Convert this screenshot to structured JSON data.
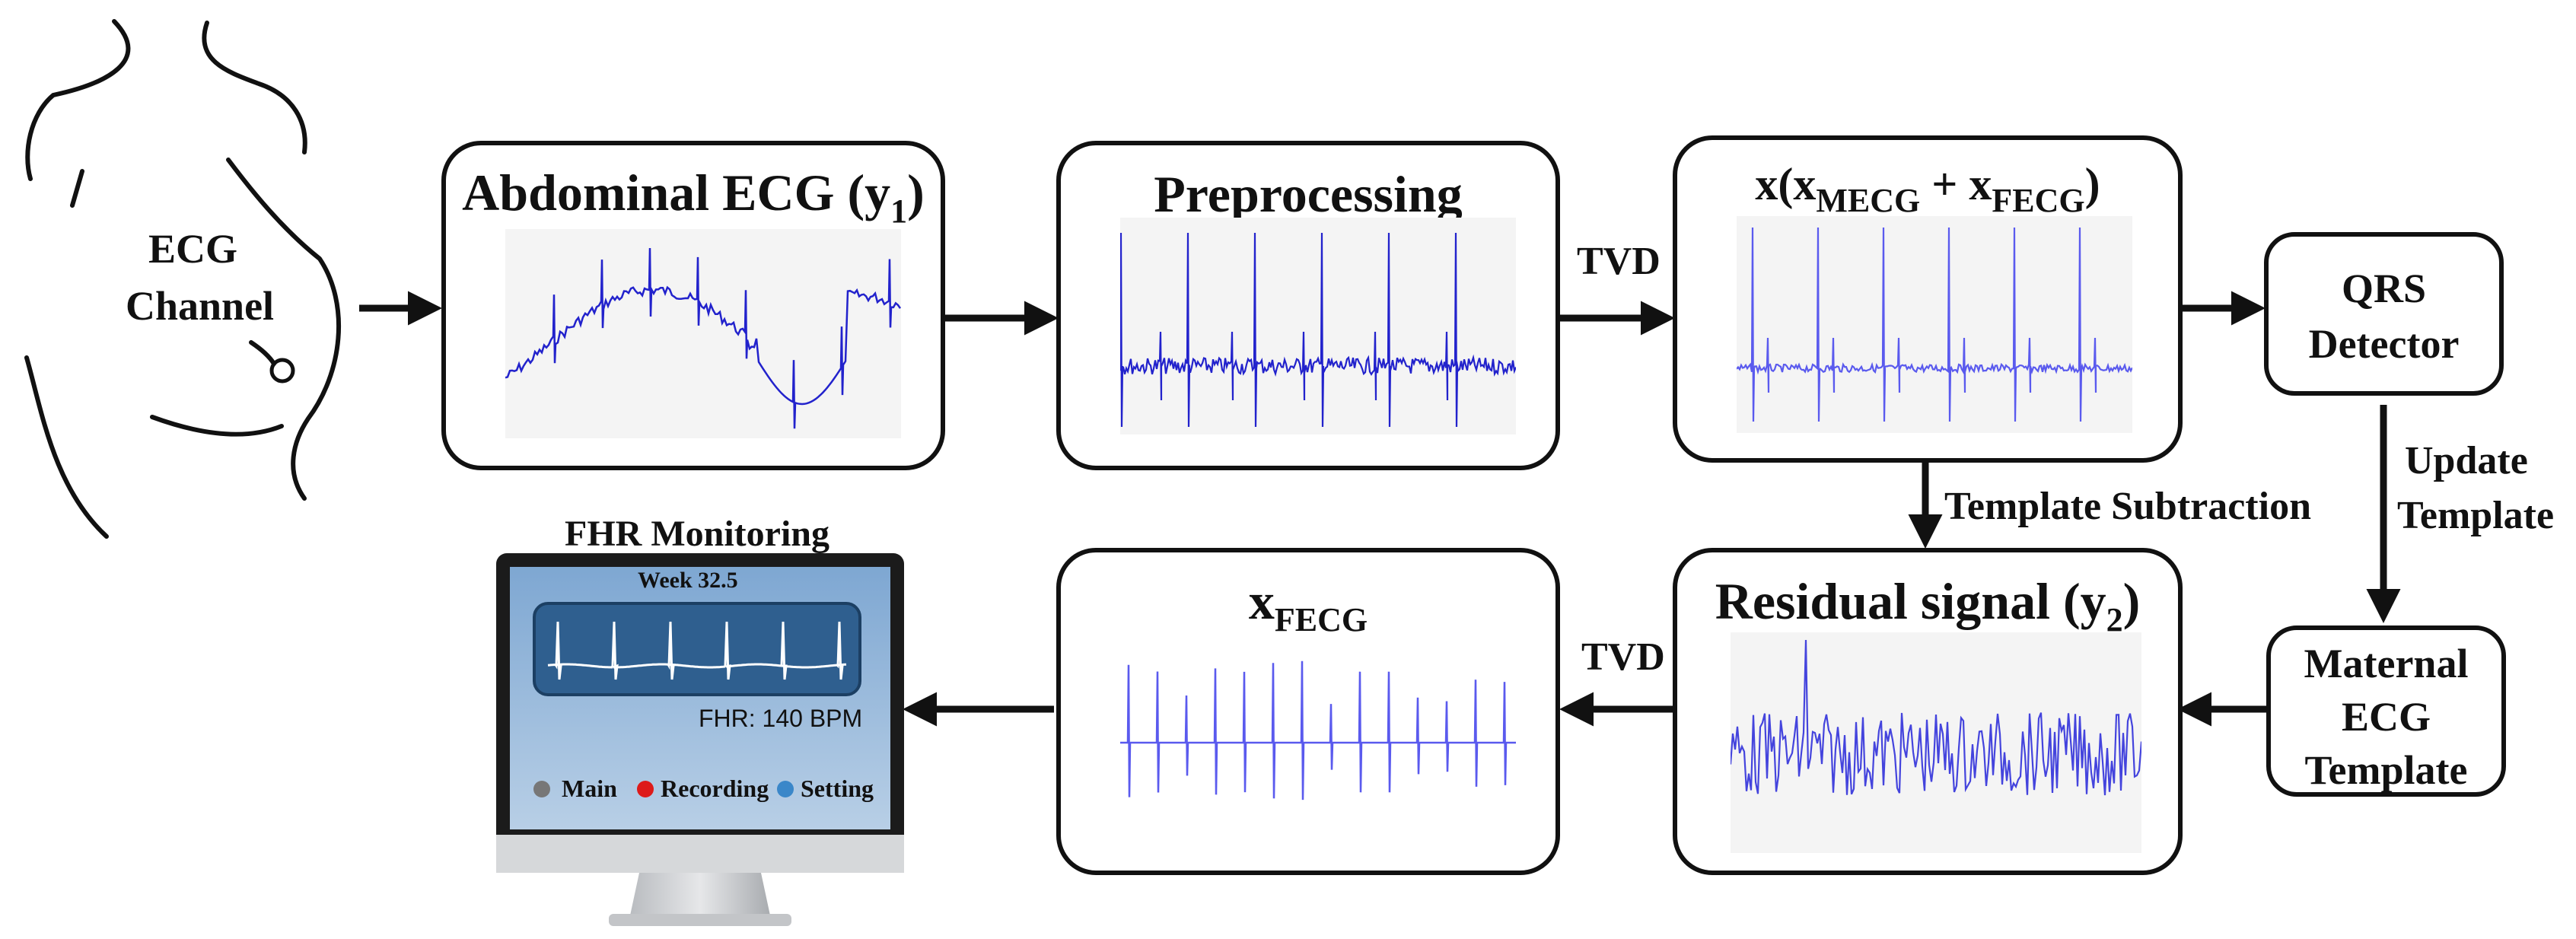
{
  "body_figure": {
    "channel_label_line1": "ECG",
    "channel_label_line2": "Channel"
  },
  "abdominal_box": {
    "title": "Abdominal ECG (y",
    "sub": "1",
    "close": ")"
  },
  "preprocessing_box": {
    "title": "Preprocessing"
  },
  "separated_box": {
    "a": "x(x",
    "sub1": "MECG",
    "b": " + x",
    "sub2": "FECG",
    "c": ")"
  },
  "qrs_box": {
    "line1": "QRS",
    "line2": "Detector"
  },
  "template_box": {
    "line1": "Maternal",
    "line2": "ECG",
    "line3": "Template"
  },
  "residual_box": {
    "title": "Residual signal (y",
    "sub": "2",
    "close": ")"
  },
  "fecg_box": {
    "a": "x",
    "sub": "FECG"
  },
  "arrow_labels": {
    "tvd_top": "TVD",
    "tvd_bottom": "TVD",
    "template_subtraction": "Template Subtraction",
    "update_line1": "Update",
    "update_line2": "Template"
  },
  "monitor": {
    "caption": "FHR Monitoring",
    "week": "Week 32.5",
    "fhr": "FHR: 140 BPM",
    "menu": {
      "main": "Main",
      "recording": "Recording",
      "setting": "Setting"
    }
  },
  "colors": {
    "signal": "#2222cc",
    "signal_light": "#5a5aee",
    "line": "#111111",
    "screen": "#6b97c6",
    "screen_panel": "#2f5f8f"
  }
}
